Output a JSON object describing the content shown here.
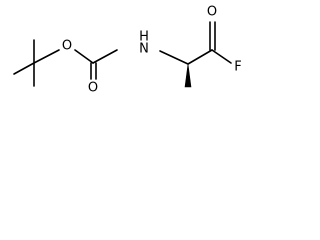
{
  "atoms": {
    "ester_oxygen": "O",
    "carbonyl_oxygen_left": "O",
    "nitrogen": "N",
    "nitrogen_hydrogen": "H",
    "carbonyl_oxygen_right": "O",
    "fluorine": "F"
  }
}
